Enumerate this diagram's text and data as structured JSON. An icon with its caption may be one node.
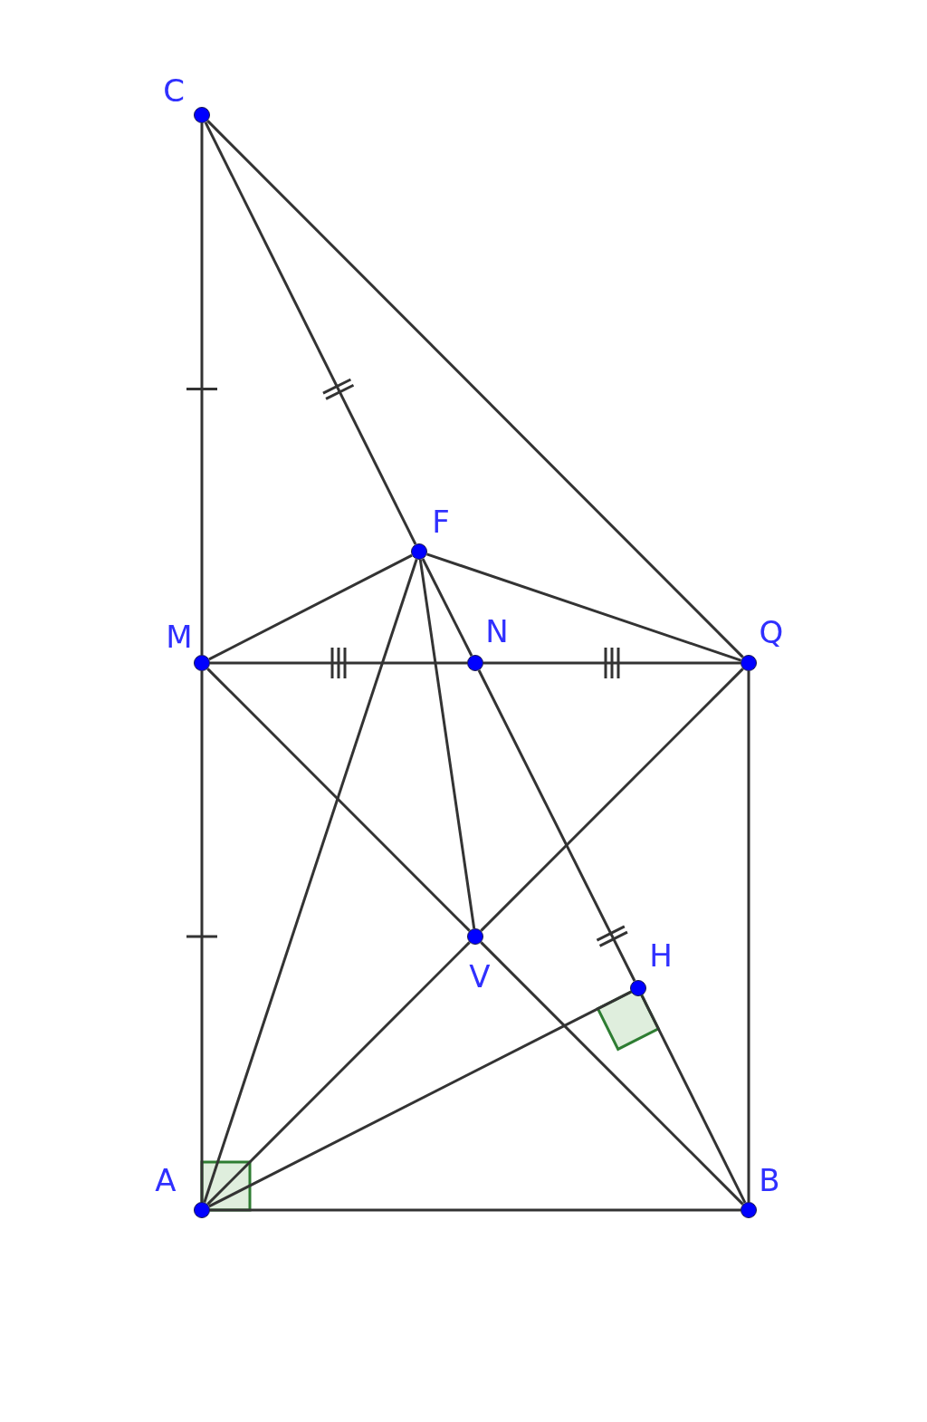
{
  "diagram": {
    "nodes": [
      {
        "text": [],
        "shape": "circle",
        "beside": [
          "C"
        ]
      },
      {
        "text": [],
        "shape": "circle",
        "beside": [
          "F"
        ]
      },
      {
        "text": [],
        "shape": "circle",
        "beside": [
          "M"
        ]
      },
      {
        "text": [],
        "shape": "circle",
        "beside": [
          "N"
        ]
      },
      {
        "text": [],
        "shape": "circle",
        "beside": [
          "Q"
        ]
      },
      {
        "text": [],
        "shape": "circle",
        "beside": [
          "V"
        ]
      },
      {
        "text": [],
        "shape": "circle",
        "beside": [
          "H"
        ]
      },
      {
        "text": [],
        "shape": "circle",
        "beside": [
          "A"
        ]
      },
      {
        "text": [],
        "shape": "circle",
        "beside": [
          "B"
        ]
      }
    ],
    "edges": [
      {
        "from": 0,
        "to": 2,
        "arrow": "none"
      },
      {
        "from": 2,
        "to": 7,
        "arrow": "none"
      },
      {
        "from": 0,
        "to": 4,
        "arrow": "none"
      },
      {
        "from": 0,
        "to": 1,
        "arrow": "none"
      },
      {
        "from": 1,
        "to": 3,
        "arrow": "none"
      },
      {
        "from": 3,
        "to": 6,
        "arrow": "none"
      },
      {
        "from": 6,
        "to": 8,
        "arrow": "none"
      },
      {
        "from": 1,
        "to": 2,
        "arrow": "none"
      },
      {
        "from": 1,
        "to": 4,
        "arrow": "none"
      },
      {
        "from": 1,
        "to": 7,
        "arrow": "none"
      },
      {
        "from": 1,
        "to": 5,
        "arrow": "none"
      },
      {
        "from": 2,
        "to": 3,
        "arrow": "none"
      },
      {
        "from": 3,
        "to": 4,
        "arrow": "none"
      },
      {
        "from": 2,
        "to": 5,
        "arrow": "none"
      },
      {
        "from": 5,
        "to": 8,
        "arrow": "none"
      },
      {
        "from": 4,
        "to": 5,
        "arrow": "none"
      },
      {
        "from": 5,
        "to": 7,
        "arrow": "none"
      },
      {
        "from": 4,
        "to": 8,
        "arrow": "none"
      },
      {
        "from": 7,
        "to": 8,
        "arrow": "none"
      },
      {
        "from": 7,
        "to": 6,
        "arrow": "none"
      }
    ]
  }
}
